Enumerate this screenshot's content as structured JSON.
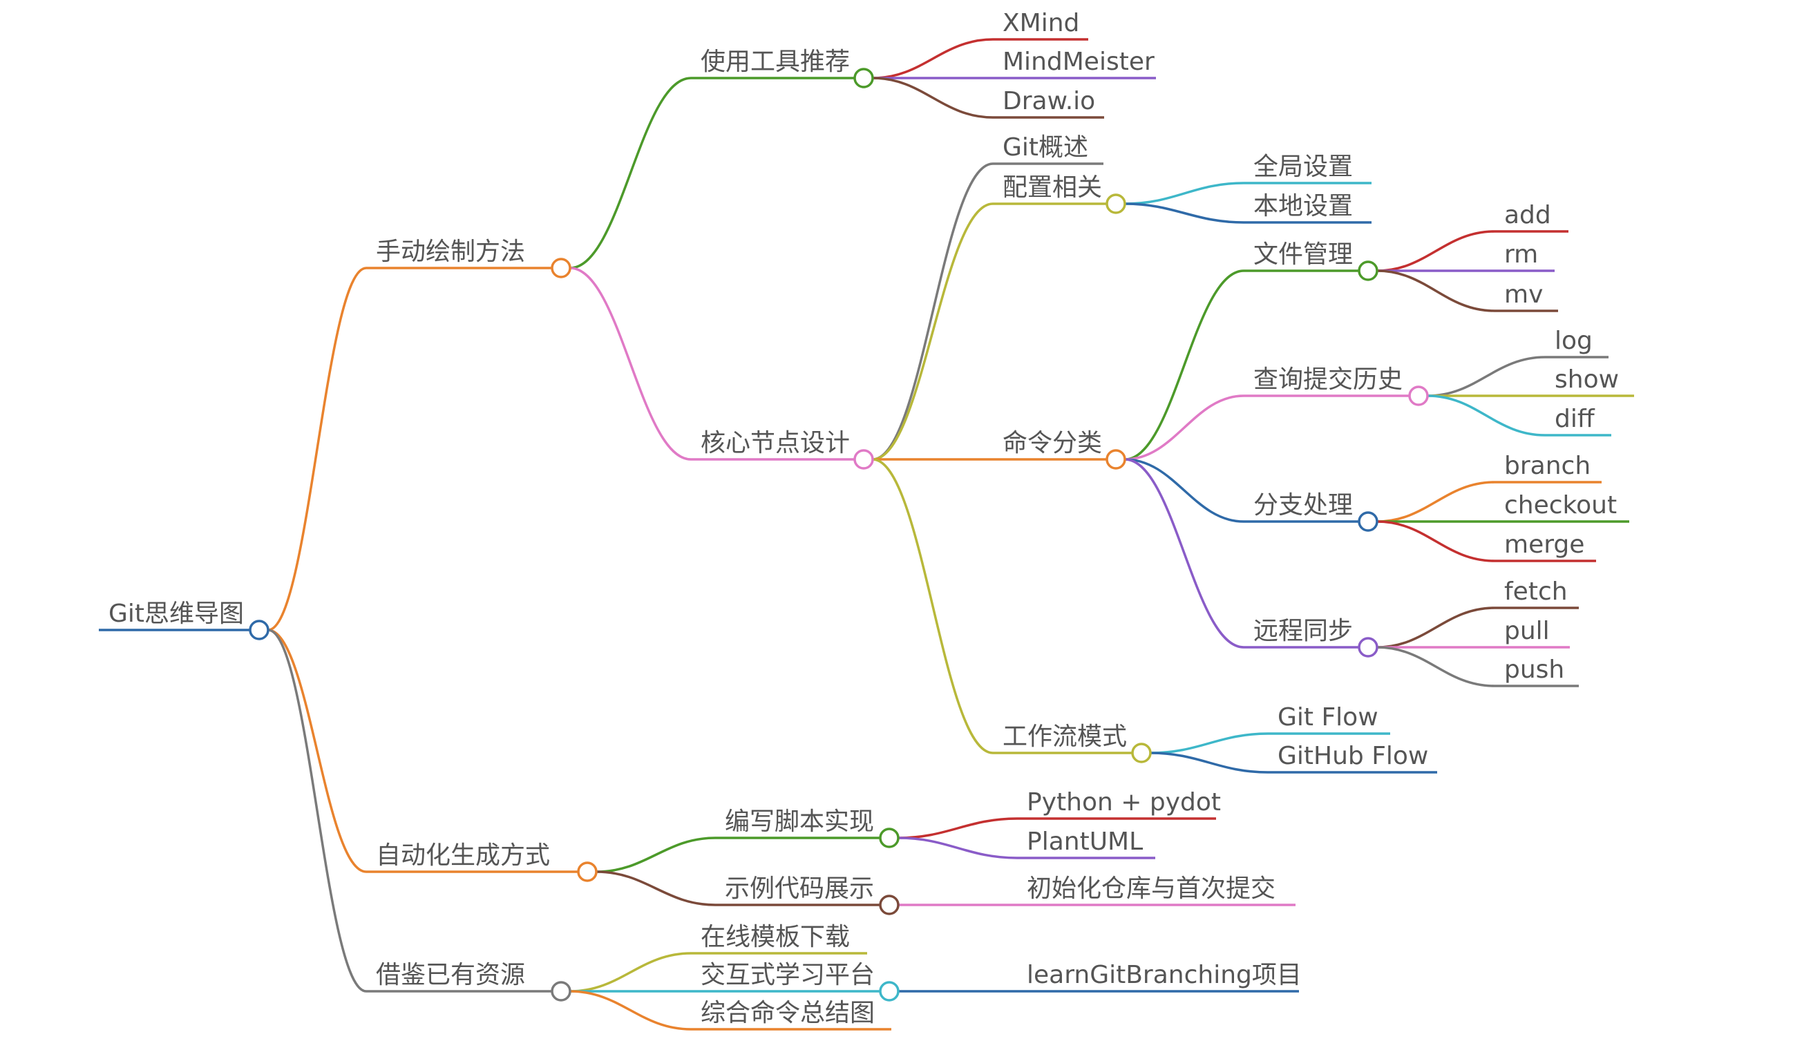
{
  "mindmap": {
    "root": "Git思维导图",
    "branches": [
      {
        "label": "手动绘制方法",
        "color": "#e9832e",
        "children": [
          {
            "label": "使用工具推荐",
            "color": "#4c9a2a",
            "children": [
              {
                "label": "XMind",
                "color": "#c43030"
              },
              {
                "label": "MindMeister",
                "color": "#8a5cc8"
              },
              {
                "label": "Draw.io",
                "color": "#7b4a3a"
              }
            ]
          },
          {
            "label": "核心节点设计",
            "color": "#e07ac6",
            "children": [
              {
                "label": "Git概述",
                "color": "#7a7a7a"
              },
              {
                "label": "配置相关",
                "color": "#b8b83a",
                "children": [
                  {
                    "label": "全局设置",
                    "color": "#3eb7c9"
                  },
                  {
                    "label": "本地设置",
                    "color": "#2f6aa8"
                  }
                ]
              },
              {
                "label": "命令分类",
                "color": "#e9832e",
                "children": [
                  {
                    "label": "文件管理",
                    "color": "#4c9a2a",
                    "children": [
                      {
                        "label": "add",
                        "color": "#c43030"
                      },
                      {
                        "label": "rm",
                        "color": "#8a5cc8"
                      },
                      {
                        "label": "mv",
                        "color": "#7b4a3a"
                      }
                    ]
                  },
                  {
                    "label": "查询提交历史",
                    "color": "#e07ac6",
                    "children": [
                      {
                        "label": "log",
                        "color": "#7a7a7a"
                      },
                      {
                        "label": "show",
                        "color": "#b8b83a"
                      },
                      {
                        "label": "diff",
                        "color": "#3eb7c9"
                      }
                    ]
                  },
                  {
                    "label": "分支处理",
                    "color": "#2f6aa8",
                    "children": [
                      {
                        "label": "branch",
                        "color": "#e9832e"
                      },
                      {
                        "label": "checkout",
                        "color": "#4c9a2a"
                      },
                      {
                        "label": "merge",
                        "color": "#c43030"
                      }
                    ]
                  },
                  {
                    "label": "远程同步",
                    "color": "#8a5cc8",
                    "children": [
                      {
                        "label": "fetch",
                        "color": "#7b4a3a"
                      },
                      {
                        "label": "pull",
                        "color": "#e07ac6"
                      },
                      {
                        "label": "push",
                        "color": "#7a7a7a"
                      }
                    ]
                  }
                ]
              },
              {
                "label": "工作流模式",
                "color": "#b8b83a",
                "children": [
                  {
                    "label": "Git Flow",
                    "color": "#3eb7c9"
                  },
                  {
                    "label": "GitHub Flow",
                    "color": "#2f6aa8"
                  }
                ]
              }
            ]
          }
        ]
      },
      {
        "label": "自动化生成方式",
        "color": "#e9832e",
        "children": [
          {
            "label": "编写脚本实现",
            "color": "#4c9a2a",
            "children": [
              {
                "label": "Python + pydot",
                "color": "#c43030"
              },
              {
                "label": "PlantUML",
                "color": "#8a5cc8"
              }
            ]
          },
          {
            "label": "示例代码展示",
            "color": "#7b4a3a",
            "children": [
              {
                "label": "初始化仓库与首次提交",
                "color": "#e07ac6"
              }
            ]
          }
        ]
      },
      {
        "label": "借鉴已有资源",
        "color": "#7a7a7a",
        "children": [
          {
            "label": "在线模板下载",
            "color": "#b8b83a"
          },
          {
            "label": "交互式学习平台",
            "color": "#3eb7c9",
            "children": [
              {
                "label": "learnGitBranching项目",
                "color": "#2f6aa8"
              }
            ]
          },
          {
            "label": "综合命令总结图",
            "color": "#e9832e"
          }
        ]
      }
    ]
  },
  "root_color": "#2f6aa8"
}
